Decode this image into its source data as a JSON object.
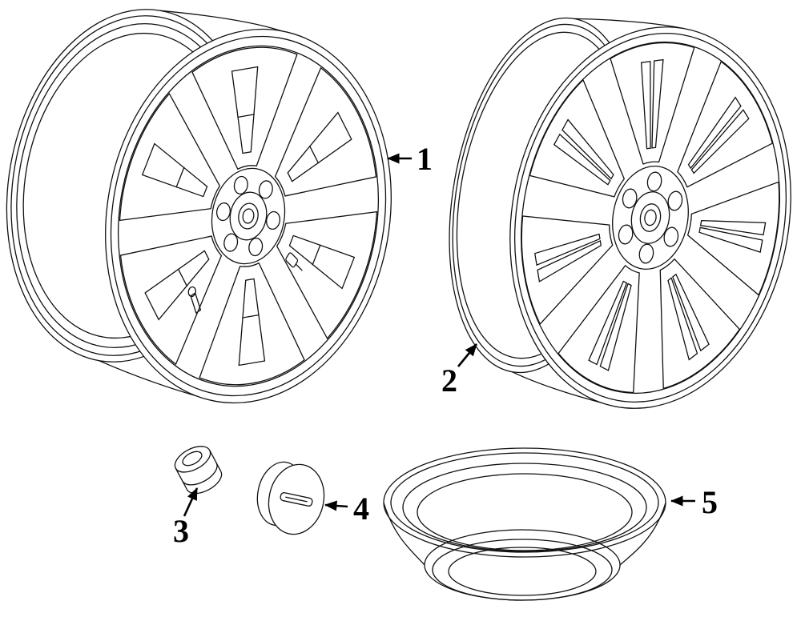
{
  "diagram": {
    "type": "parts-diagram",
    "background_color": "#ffffff",
    "line_color": "#111111",
    "callouts": [
      {
        "label": "1",
        "part": "alloy-wheel-style-1"
      },
      {
        "label": "2",
        "part": "alloy-wheel-style-2"
      },
      {
        "label": "3",
        "part": "wheel-lug-nut"
      },
      {
        "label": "4",
        "part": "wheel-center-cap"
      },
      {
        "label": "5",
        "part": "wheel-rim-band"
      }
    ]
  }
}
